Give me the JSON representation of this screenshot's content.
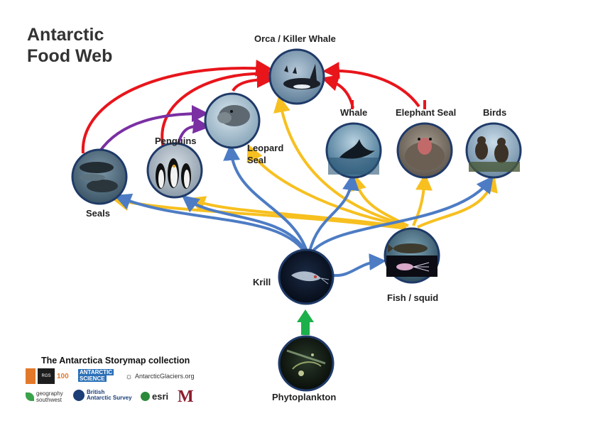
{
  "title": {
    "line1": "Antarctic",
    "line2": "Food Web"
  },
  "nodes": {
    "orca": "Orca / Killer Whale",
    "whale": "Whale",
    "elephant_seal": "Elephant Seal",
    "birds": "Birds",
    "penguins": "Penguins",
    "leopard_seal_line1": "Leopard",
    "leopard_seal_line2": "Seal",
    "seals": "Seals",
    "krill": "Krill",
    "fish_squid": "Fish / squid",
    "phytoplankton": "Phytoplankton"
  },
  "colors": {
    "red": "#e8151b",
    "purple": "#7a2fa3",
    "yellow": "#f7c020",
    "blue": "#4d7cc4",
    "green": "#1bb04a",
    "node_border": "#1f3a68"
  },
  "footer": {
    "title": "The Antarctica Storymap collection",
    "logos": {
      "rgs": "RGS",
      "hundred": "100",
      "antarctic_science_1": "ANTARCTIC",
      "antarctic_science_2": "SCIENCE",
      "antarctic_glaciers": "AntarcticGlaciers.org",
      "geography_southwest": "geography southwest",
      "bas_1": "British",
      "bas_2": "Antarctic Survey",
      "esri": "esri",
      "minnesota": "M"
    }
  }
}
